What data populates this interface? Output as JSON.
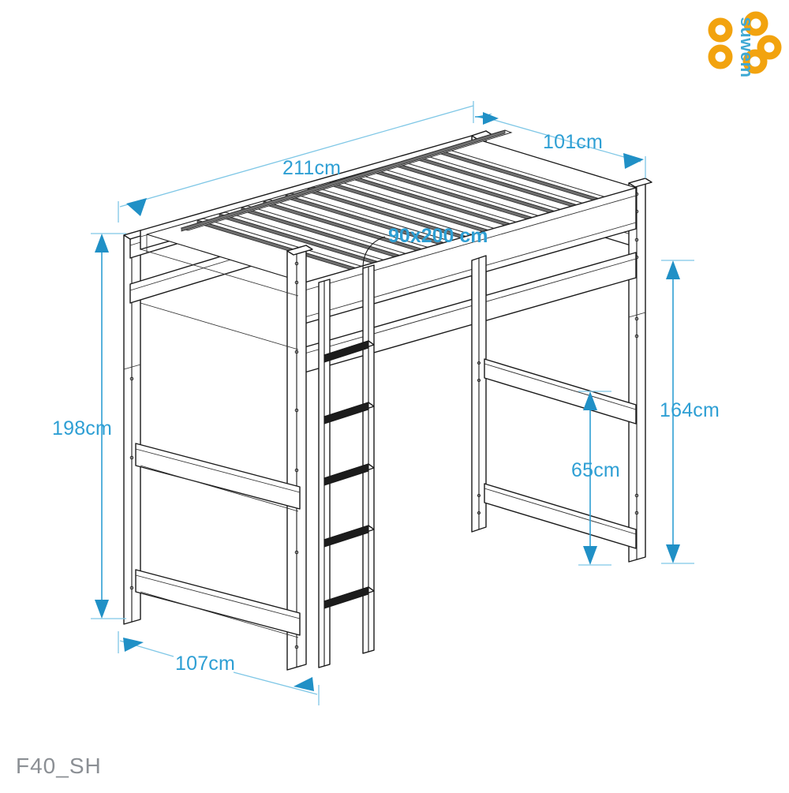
{
  "document": {
    "type": "furniture-assembly-dimension-drawing",
    "product": "loft bed with ladder and slatted base",
    "model_code": "F40_SH",
    "background_color": "#ffffff"
  },
  "brand": {
    "name": "suwem",
    "text_color": "#3fa9d4",
    "mark_color": "#f2a30f",
    "mark_description": "five orange rings arranged as a flower",
    "ring_count": 5
  },
  "dimensions": {
    "accent_color": "#2e9fd4",
    "unit": "cm",
    "items": [
      {
        "id": "width-top",
        "label": "211cm",
        "value": 211,
        "orientation": "diagonal-horizontal",
        "position": "top-left"
      },
      {
        "id": "depth-top",
        "label": "101cm",
        "value": 101,
        "orientation": "diagonal-depth",
        "position": "top-right"
      },
      {
        "id": "mattress",
        "label": "90x200 cm",
        "value": "90x200",
        "orientation": "annotation",
        "position": "center-top",
        "bold": true
      },
      {
        "id": "total-height",
        "label": "198cm",
        "value": 198,
        "orientation": "vertical",
        "position": "left"
      },
      {
        "id": "clearance-height",
        "label": "164cm",
        "value": 164,
        "orientation": "vertical",
        "position": "right"
      },
      {
        "id": "rail-gap",
        "label": "65cm",
        "value": 65,
        "orientation": "vertical",
        "position": "center-right"
      },
      {
        "id": "footprint-depth",
        "label": "107cm",
        "value": 107,
        "orientation": "diagonal-depth",
        "position": "bottom-left"
      }
    ]
  },
  "drawing": {
    "line_color": "#1a1a1a",
    "fill_color": "#ffffff",
    "ladder_rungs": 5,
    "ladder_rung_color": "#1c1c1c",
    "slat_count": 17,
    "safety_rails": 2,
    "posts": 4
  },
  "footer": {
    "code": "F40_SH",
    "code_color": "#8b8f94"
  }
}
